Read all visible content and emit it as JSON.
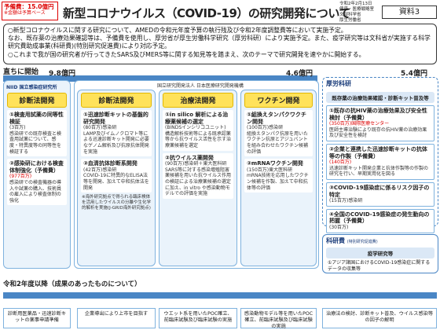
{
  "budget_note": {
    "line1": "予備費：15.0億円",
    "line2": "※金額は予算ベース"
  },
  "title": "新型コロナウイルス（COVID-19）の研究開発について",
  "meta": [
    "令和2年2月13日",
    "健康・医療戦略室",
    "文部科学省",
    "厚生労働省"
  ],
  "doc_no": "資料3",
  "intro": [
    "○新型コロナウイルスに関する研究について、AMEDの令和元年度予算の執行残及び令和2年度調整費等において実施予定。",
    "なお、既存薬の治療効果確認等は、予備費を使用し、厚労省が厚生労働科学研究（厚労科研）により実施予定。また、疫学研究等は文科省が実施する科学研究費助成事業(科研費)(特別研究促進費)により対応予定。",
    "○これまで我が国の研究者が行ってきたSARS及びMERS等に関する知見等を踏まえ、次のテーマで研究開発を速やかに開始する。"
  ],
  "direct_label": "直ちに開始",
  "niid": {
    "logo": "NIID 国立感染症研究所",
    "amount": "9.8億円",
    "head": "診断法開発",
    "items": [
      {
        "title": "①検査用試薬の同等性検証",
        "amount": "(3百万)",
        "desc": "感染研での既存検査と検査用試薬について、感度・特異度等の同等性を検証する"
      },
      {
        "title": "②感染研における検査体制強化（予備費）",
        "amount": "(977百万)",
        "desc": "感染研での検査機器の導入や試薬の購入、技術員の雇入により検査体制の強化"
      }
    ]
  },
  "amed": {
    "logo": "国立研究開発法人 日本医療研究開発機構",
    "amount": "4.6億円",
    "cols": [
      {
        "head": "診断法開発",
        "items": [
          {
            "title": "①迅速診断キットの基盤的研究開発",
            "amount": "(80百万)感染研",
            "desc": "LAMP及びイムノクロマト等による迅速診断キット開発に必要なゲノム解析及び抗原抗体開発を実施"
          },
          {
            "title": "②血清抗体診断系開発",
            "amount": "(42百万)感染研",
            "desc": "COVID-19に特異的なELISA法等を開発、加えて中和抗体法を開発"
          }
        ],
        "note": "※海外研究拠点で得られる臨床検体を活用したウイルスの分離や生化学的解析を実施(J-GRID海外研究拠点)"
      },
      {
        "head": "治療法開発",
        "items": [
          {
            "title": "①in silico 解析による治療薬候補の選定",
            "amount": "(BINDSインシリコユニット)",
            "desc": "構造解析技術等による既承認薬等から抗ウイルス活性を示す治療薬候補を選定"
          },
          {
            "title": "②抗ウイルス薬開発",
            "amount": "(90百万)感染研＋東大医科研",
            "desc": "SARS等に対する感染増殖阻害薬候補を用いた抗ウイルス作用の検証による治療薬候補の選定に加え、in vitro や感染動物モデルでの評価を実施"
          }
        ]
      },
      {
        "head": "ワクチン開発",
        "items": [
          {
            "title": "①組換えタンパクワクチン開発",
            "amount": "(100百万)感染研",
            "desc": "組換えタンパク抗原を用いたワクチン抗原とアジュバントを組み合わせたワクチン候補の評価"
          },
          {
            "title": "②mRNAワクチン開発",
            "amount": "(150百万)東大医科研",
            "desc": "mRNA技術を応用したワクチン候補を作製、加えて中和抗体等の評価"
          }
        ]
      }
    ]
  },
  "mhlw": {
    "label": "厚労科研",
    "amount": "5.4億円",
    "head": "既存薬の治療効果確認・診断キット普及等",
    "items": [
      {
        "title": "①既存の抗HIV薬の治療効果及び安全性検討（予備費）",
        "amount": "(350百万)国際医療センター",
        "desc": "医師主導治験により既存の抗HIV薬の治療効果及び安全性を検討"
      },
      {
        "title": "②企業と連携した迅速診断キットの抗体等の作製（予備費）",
        "amount": "(140百万)",
        "desc": "迅速診断キット開発企業と抗体作製等の作製の研究を行い、早期実用化を図る"
      },
      {
        "title": "③COVID-19感染症に係るリスク因子の特定",
        "amount": "(15百万)感染研",
        "desc": ""
      },
      {
        "title": "④全国のCOVID-19感染症の発生動向の把握（予備費）",
        "amount": "(30百万)",
        "desc": ""
      }
    ]
  },
  "kakenhi": {
    "label": "科研費",
    "sub": "(特別研究促進費)",
    "head": "疫学研究等",
    "item": "①アジア諸国におけるCOVID-19感染症に関するデータの収集等"
  },
  "reiwa_label": "令和2年度以降（成果のあったものについて）",
  "bottom": [
    "診断用医薬品・迅速診断キットの薬事申請準備",
    "企業導出により上市を目指す",
    "ウエット系を用いたPOC確立、前臨床試験及び臨床試験の実施",
    "感染動物モデル等を用いたPOC確立、前臨床試験及び臨床試験の実施",
    "治療法の検討、診断キット普及、ウイルス感染等の因子の解明"
  ]
}
